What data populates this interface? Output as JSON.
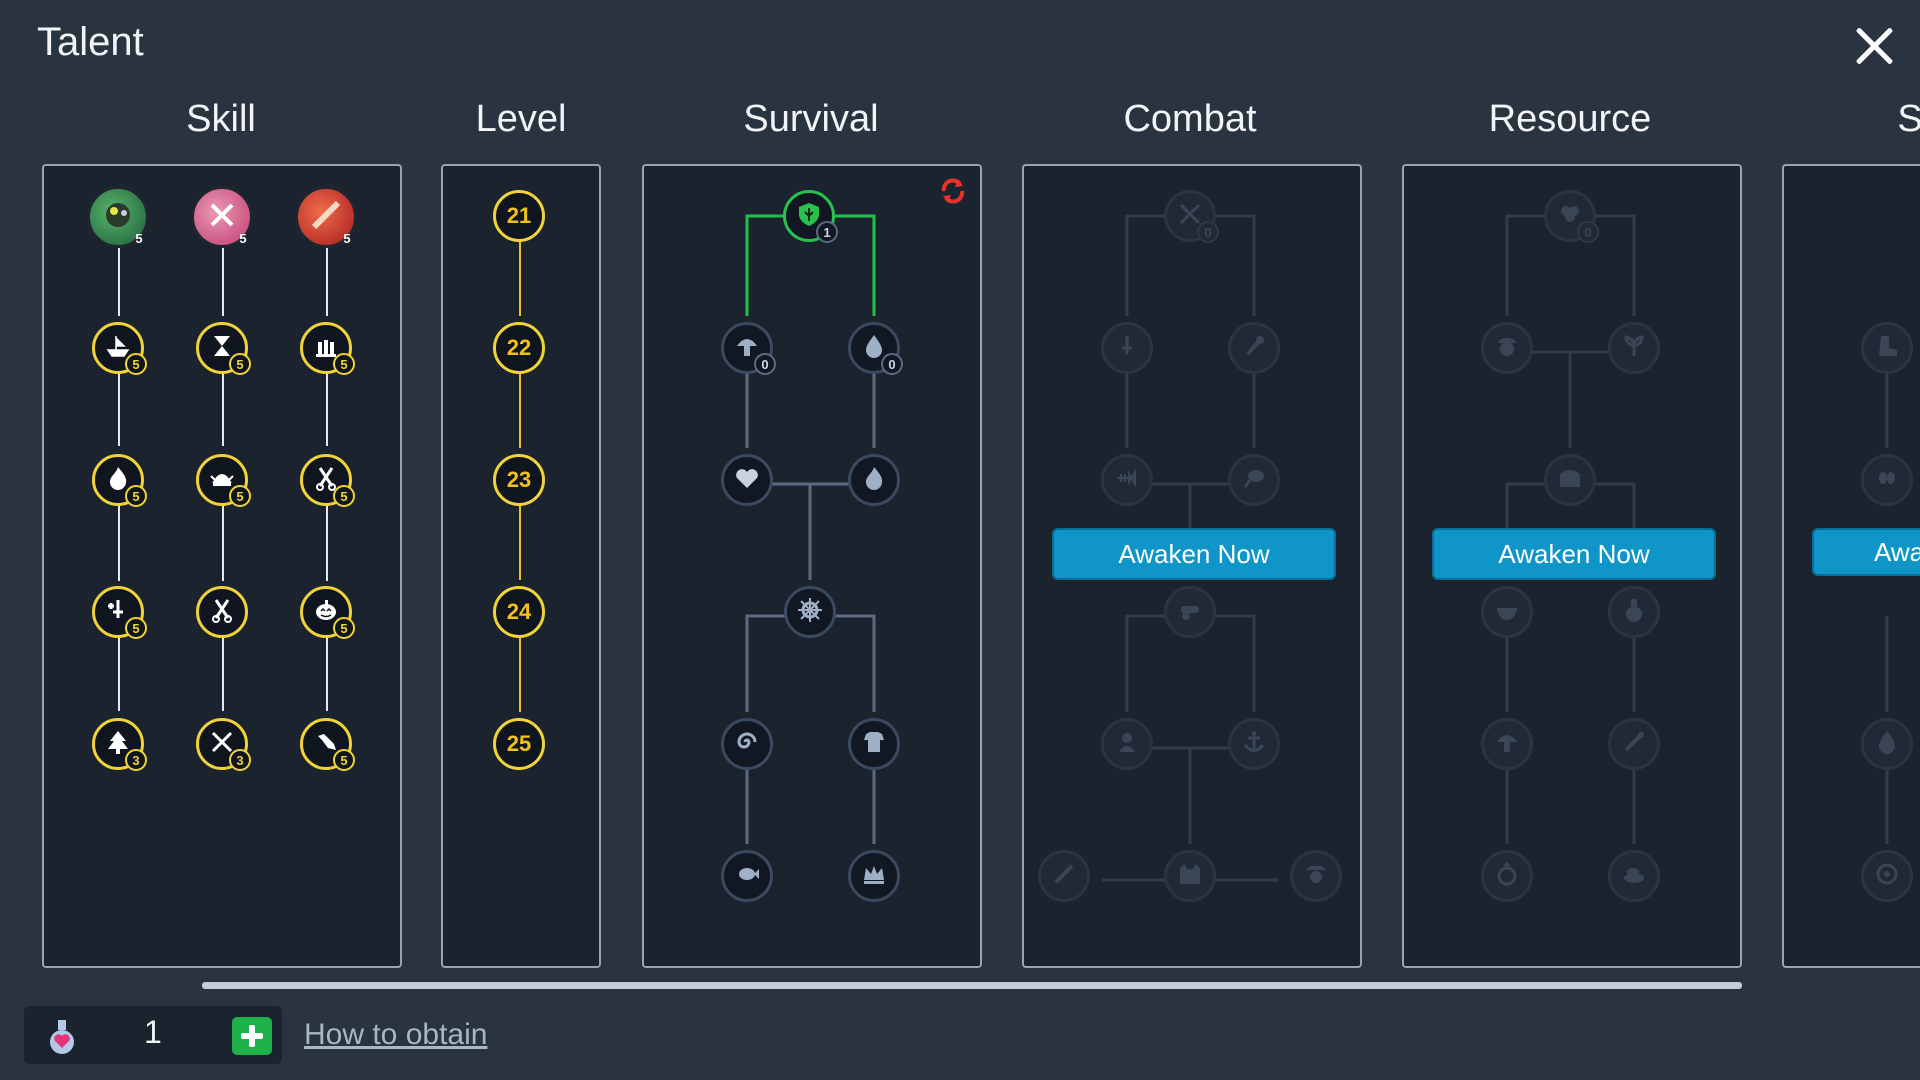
{
  "window": {
    "title": "Talent",
    "close_icon": "close-icon"
  },
  "columns": [
    {
      "id": "skill",
      "title": "Skill"
    },
    {
      "id": "level",
      "title": "Level"
    },
    {
      "id": "survival",
      "title": "Survival"
    },
    {
      "id": "combat",
      "title": "Combat"
    },
    {
      "id": "resource",
      "title": "Resource"
    },
    {
      "id": "partial",
      "title": "S"
    }
  ],
  "skill": {
    "top_nodes": [
      {
        "icon": "green-creature-icon",
        "count": "5"
      },
      {
        "icon": "crossed-swords-pink-icon",
        "count": "5"
      },
      {
        "icon": "red-sword-icon",
        "count": "5"
      }
    ],
    "rows": [
      [
        {
          "icon": "ship-icon",
          "count": "5"
        },
        {
          "icon": "hourglass-icon",
          "count": "5"
        },
        {
          "icon": "candles-icon",
          "count": "5"
        }
      ],
      [
        {
          "icon": "fire-icon",
          "count": "5"
        },
        {
          "icon": "viking-helmet-icon",
          "count": "5"
        },
        {
          "icon": "scissors-icon",
          "count": "5"
        }
      ],
      [
        {
          "icon": "sword-bonus-icon",
          "count": "5"
        },
        {
          "icon": "scissors-icon",
          "count": ""
        },
        {
          "icon": "pumpkin-icon",
          "count": "5"
        }
      ],
      [
        {
          "icon": "tree-icon",
          "count": "3"
        },
        {
          "icon": "crossed-blades-icon",
          "count": "3"
        },
        {
          "icon": "bird-icon",
          "count": "5"
        }
      ]
    ]
  },
  "level": {
    "nodes": [
      "21",
      "22",
      "23",
      "24",
      "25"
    ]
  },
  "survival": {
    "refresh_icon": "refresh-icon",
    "nodes": [
      {
        "icon": "shield-leaf-icon",
        "count": "1"
      },
      {
        "icon": "mushroom-icon",
        "count": "0"
      },
      {
        "icon": "water-drop-icon",
        "count": "0"
      },
      {
        "icon": "heart-icon",
        "count": ""
      },
      {
        "icon": "fire-icon",
        "count": ""
      },
      {
        "icon": "ship-wheel-icon",
        "count": ""
      },
      {
        "icon": "swirl-icon",
        "count": ""
      },
      {
        "icon": "armor-icon",
        "count": ""
      },
      {
        "icon": "fish-icon",
        "count": ""
      },
      {
        "icon": "crown-icon",
        "count": ""
      }
    ]
  },
  "combat": {
    "button": "Awaken Now",
    "nodes": [
      {
        "icon": "crossed-swords-icon",
        "count": "0"
      },
      {
        "icon": "sword-bonus-icon"
      },
      {
        "icon": "torch-icon"
      },
      {
        "icon": "fish-skeleton-icon"
      },
      {
        "icon": "meat-icon"
      },
      {
        "icon": "cannon-icon"
      },
      {
        "icon": "pirate-icon"
      },
      {
        "icon": "anchor-icon"
      },
      {
        "icon": "sword-icon"
      },
      {
        "icon": "vest-icon"
      },
      {
        "icon": "pirate-skull-icon"
      }
    ]
  },
  "resource": {
    "button": "Awaken Now",
    "nodes": [
      {
        "icon": "clover-icon",
        "count": "0"
      },
      {
        "icon": "acorn-icon"
      },
      {
        "icon": "plant-icon"
      },
      {
        "icon": "treasure-chest-icon"
      },
      {
        "icon": "bowl-icon"
      },
      {
        "icon": "potion-icon"
      },
      {
        "icon": "mushroom-icon"
      },
      {
        "icon": "wand-icon"
      },
      {
        "icon": "ring-icon"
      },
      {
        "icon": "fish-plate-icon"
      }
    ]
  },
  "partial": {
    "button": "Awa",
    "nodes": [
      {
        "icon": "boot-icon"
      },
      {
        "icon": "footprints-icon"
      },
      {
        "icon": "water-drop-icon"
      },
      {
        "icon": "target-icon"
      }
    ]
  },
  "footer": {
    "currency_icon": "heart-potion-icon",
    "currency_count": "1",
    "add_icon": "plus-icon",
    "obtain_link": "How to obtain"
  },
  "colors": {
    "background": "#2a3340",
    "panel": "#1b232e",
    "skill_gold": "#f0d33a",
    "level_text": "#f3c21a",
    "active_path": "#20c04a",
    "awaken_button": "#0f95c8",
    "refresh": "#e8322a"
  }
}
